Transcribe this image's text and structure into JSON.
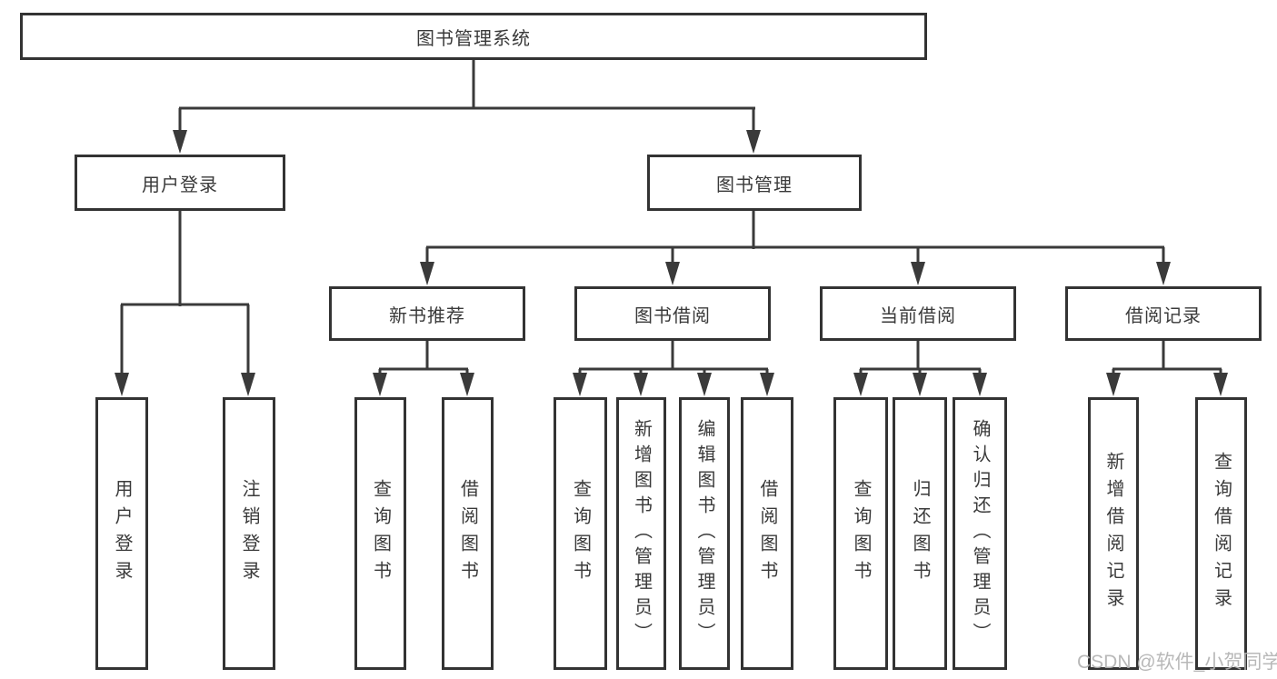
{
  "tree": {
    "label": "图书管理系统",
    "children": [
      {
        "label": "用户登录",
        "children": [
          {
            "label": "用户登录"
          },
          {
            "label": "注销登录"
          }
        ]
      },
      {
        "label": "图书管理",
        "children": [
          {
            "label": "新书推荐",
            "children": [
              {
                "label": "查询图书"
              },
              {
                "label": "借阅图书"
              }
            ]
          },
          {
            "label": "图书借阅",
            "children": [
              {
                "label": "查询图书"
              },
              {
                "label": "新增图书（管理员）"
              },
              {
                "label": "编辑图书（管理员）"
              },
              {
                "label": "借阅图书"
              }
            ]
          },
          {
            "label": "当前借阅",
            "children": [
              {
                "label": "查询图书"
              },
              {
                "label": "归还图书"
              },
              {
                "label": "确认归还（管理员）"
              }
            ]
          },
          {
            "label": "借阅记录",
            "children": [
              {
                "label": "新增借阅记录"
              },
              {
                "label": "查询借阅记录"
              }
            ]
          }
        ]
      }
    ]
  },
  "watermark": "CSDN @软件_小贺同学",
  "colors": {
    "line": "#3a3a3a",
    "box_border": "#333333",
    "text": "#3a3a3a",
    "watermark": "#b3b3b3",
    "background": "#ffffff"
  }
}
